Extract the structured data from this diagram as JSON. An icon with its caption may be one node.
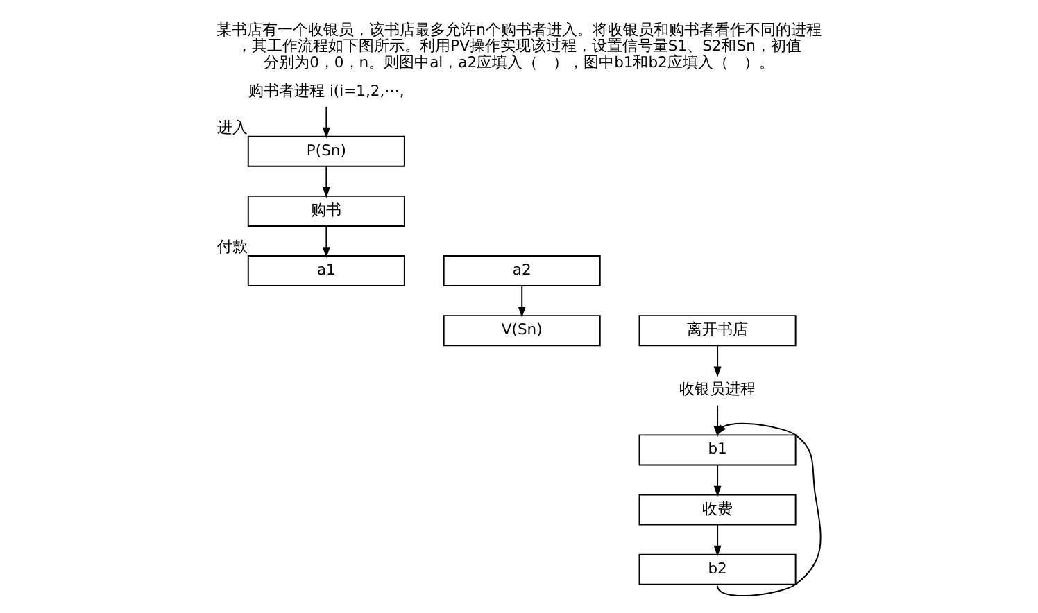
{
  "diagram": {
    "title": "某书店有一个收银员，该书店最多允许n个购书者进入。将收银员和购书者看作不同的进程，其工作流程如下图所示。利用PV操作实现该过程，设置信号量S1、S2和Sn，初值分别为0，0，n。则图中al，a2应填入（　），图中b1和b2应填入（　）。",
    "nodes": [
      {
        "text": [
          "购书者进程 i(i=1,2,⋯,"
        ]
      },
      {
        "text": [
          "P(Sn)"
        ],
        "beside": [
          "进入"
        ]
      },
      {
        "text": [
          "购书"
        ]
      },
      {
        "text": [
          "a1"
        ],
        "beside": [
          "付款"
        ]
      },
      {
        "text": [
          "a2"
        ]
      },
      {
        "text": [
          "V(Sn)"
        ]
      },
      {
        "text": [
          "离开书店"
        ]
      },
      {
        "text": [
          "收银员进程"
        ]
      },
      {
        "text": [
          "b1"
        ]
      },
      {
        "text": [
          "收费"
        ]
      },
      {
        "text": [
          "b2"
        ]
      }
    ],
    "edges": [
      {
        "from": 0,
        "to": 1,
        "arrow": "to"
      },
      {
        "from": 1,
        "to": 2,
        "arrow": "to"
      },
      {
        "from": 2,
        "to": 3,
        "arrow": "to"
      },
      {
        "from": 4,
        "to": 5,
        "arrow": "to"
      },
      {
        "from": 6,
        "to": 7,
        "arrow": "to"
      },
      {
        "from": 7,
        "to": 8,
        "arrow": "to"
      },
      {
        "from": 8,
        "to": 9,
        "arrow": "to"
      },
      {
        "from": 9,
        "to": 10,
        "arrow": "to"
      },
      {
        "from": 10,
        "to": 8,
        "arrow": "to"
      }
    ]
  }
}
